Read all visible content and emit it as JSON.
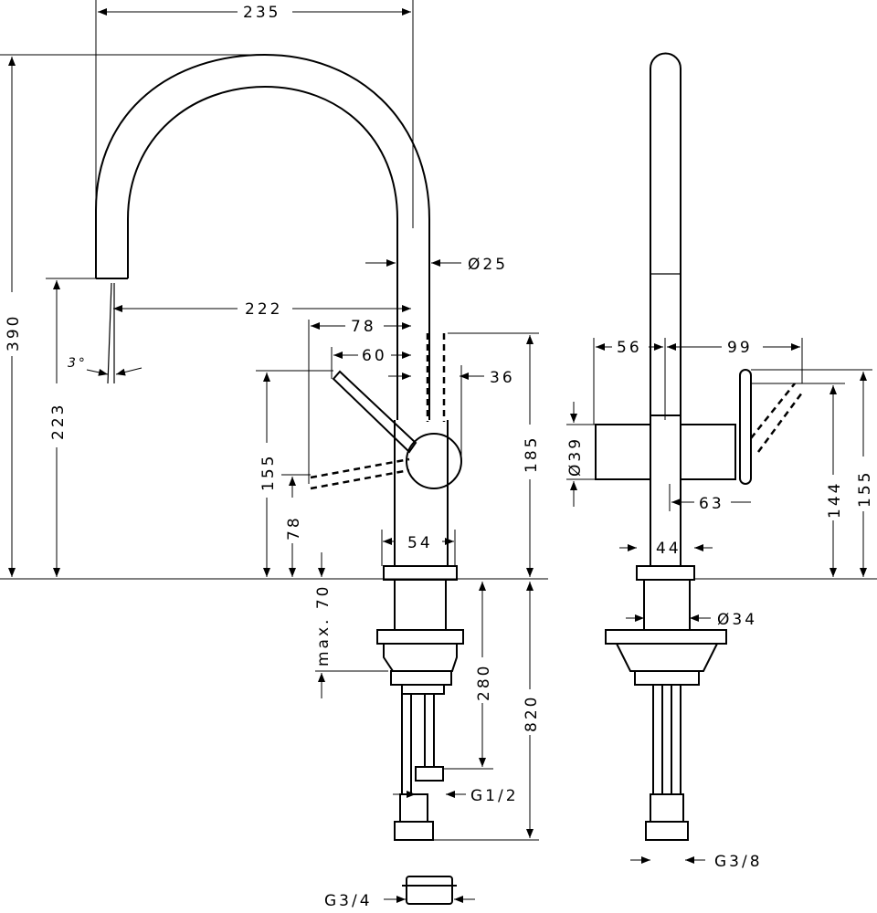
{
  "front_view": {
    "width_235": "235",
    "pipe_dia": "Ø25",
    "reach_222": "222",
    "lever_78": "78",
    "lever_60": "60",
    "handle_36": "36",
    "angle": "3°",
    "height_390": "390",
    "height_223": "223",
    "height_155": "155",
    "height_78": "78",
    "max_70": "max. 70",
    "height_185": "185",
    "base_54": "54",
    "length_280": "280",
    "length_820": "820",
    "g12": "G1/2",
    "g34": "G3/4"
  },
  "side_view": {
    "w56": "56",
    "w99": "99",
    "dia39": "Ø39",
    "w63": "63",
    "h144": "144",
    "h155": "155",
    "w44": "44",
    "dia34": "Ø34",
    "g38": "G3/8"
  }
}
